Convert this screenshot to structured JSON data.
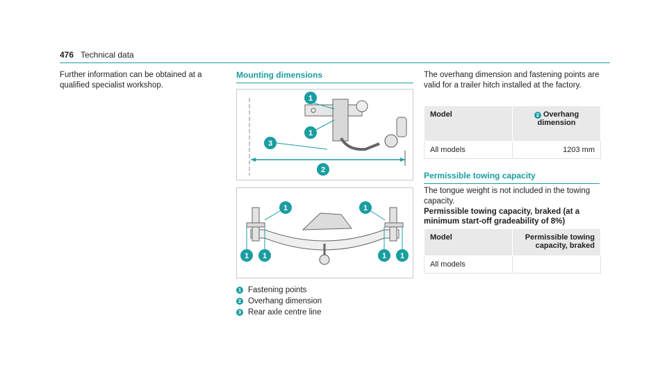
{
  "header": {
    "page_number": "476",
    "section": "Technical data"
  },
  "column1": {
    "text": "Further information can be obtained at a qualified specialist workshop."
  },
  "mounting": {
    "title": "Mounting dimensions",
    "badges": {
      "b1": "1",
      "b2": "2",
      "b3": "3"
    },
    "legend": [
      {
        "num": "1",
        "label": "Fastening points"
      },
      {
        "num": "2",
        "label": "Overhang dimension"
      },
      {
        "num": "3",
        "label": "Rear axle centre line"
      }
    ]
  },
  "overhang": {
    "intro": "The overhang dimension and fastening points are valid for a trailer hitch installed at the factory.",
    "table": {
      "col1_header": "Model",
      "col2_badge": "2",
      "col2_header": "Overhang dimension",
      "rows": [
        {
          "model": "All models",
          "value": "1203 mm"
        }
      ]
    }
  },
  "towing": {
    "title": "Permissible towing capacity",
    "text": "The tongue weight is not included in the towing capacity.",
    "bold": "Permissible towing capacity, braked (at a minimum start-off gradeability of 8%)",
    "table": {
      "col1_header": "Model",
      "col2_header": "Permissible towing capacity, braked",
      "rows": [
        {
          "model": "All models",
          "value": ""
        }
      ]
    }
  },
  "colors": {
    "accent": "#1a9da0",
    "table_header_bg": "#e9e9e9"
  }
}
